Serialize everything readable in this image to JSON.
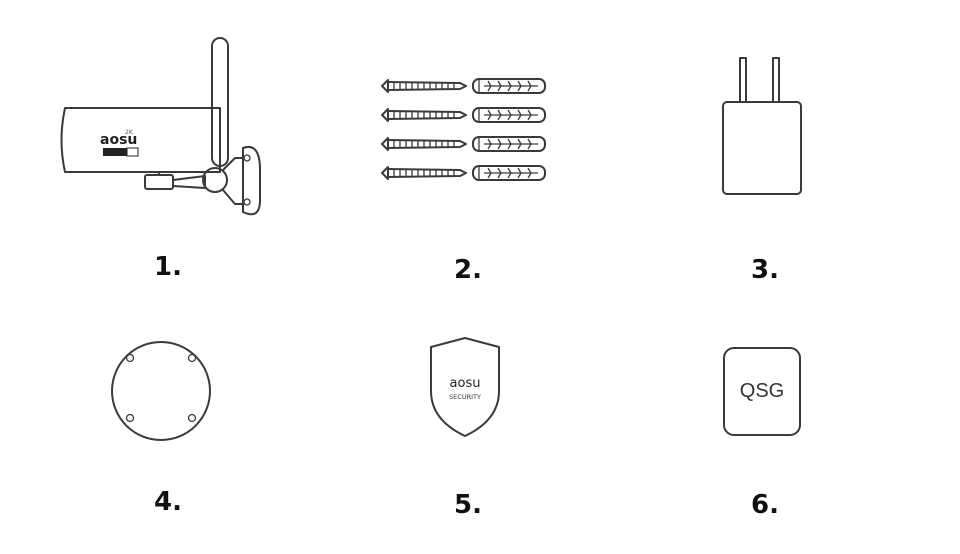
{
  "items": [
    {
      "number": "1.",
      "icon": "camera-icon"
    },
    {
      "number": "2.",
      "icon": "screws-anchors-icon"
    },
    {
      "number": "3.",
      "icon": "power-adapter-icon"
    },
    {
      "number": "4.",
      "icon": "mounting-plate-icon"
    },
    {
      "number": "5.",
      "icon": "security-sticker-icon"
    },
    {
      "number": "6.",
      "icon": "quick-start-guide-icon"
    }
  ],
  "camera": {
    "brand": "aosu",
    "resolution": "2K"
  },
  "sticker": {
    "brand": "aosu",
    "subtitle": "SECURITY"
  },
  "guide": {
    "label": "QSG"
  },
  "colors": {
    "stroke": "#3a3a3a",
    "text": "#111111",
    "background": "#ffffff"
  }
}
